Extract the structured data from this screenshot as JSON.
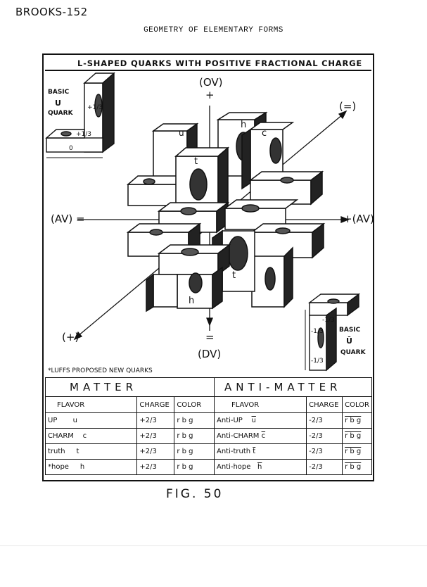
{
  "corner_label": "BROOKS-152",
  "page_title": "GEOMETRY OF ELEMENTARY FORMS",
  "figure": {
    "title": "L-SHAPED QUARKS WITH POSITIVE FRACTIONAL CHARGE",
    "axes": {
      "top": "(OV)",
      "top_sign": "+",
      "bottom": "(DV)",
      "bottom_sign": "=",
      "left": "(AV) =",
      "right": "+(AV)",
      "diag_upper": "(=)",
      "diag_lower": "(+)"
    },
    "cube_letters": [
      "u",
      "h",
      "c",
      "t",
      "t",
      "h"
    ],
    "basic_u": {
      "l1": "BASIC",
      "l2": "U",
      "l3": "QUARK",
      "c1": "+1/3",
      "c2": "+1/3",
      "c3": "0"
    },
    "basic_anti_u": {
      "l1": "BASIC",
      "l2": "Ū",
      "l3": "QUARK",
      "c1": "-1/3",
      "c2": "-1/3",
      "c3": "-1/3"
    },
    "note": "*LUFFS PROPOSED NEW QUARKS"
  },
  "table": {
    "matter_label": "MATTER",
    "antimatter_label": "ANTI-MATTER",
    "headers": {
      "flavor": "FLAVOR",
      "charge": "CHARGE",
      "color": "COLOR",
      "anti_flavor": "FLAVOR",
      "anti_charge": "CHARGE",
      "anti_color": "COLOR"
    },
    "rows": [
      {
        "flavor": "UP",
        "sym": "u",
        "charge": "+2/3",
        "color": "r b g",
        "anti_flavor": "Anti-UP",
        "anti_sym": "u",
        "anti_charge": "-2/3",
        "anti_color": "r b g"
      },
      {
        "flavor": "CHARM",
        "sym": "c",
        "charge": "+2/3",
        "color": "r b g",
        "anti_flavor": "Anti-CHARM",
        "anti_sym": "c",
        "anti_charge": "-2/3",
        "anti_color": "r b g"
      },
      {
        "flavor": "truth",
        "sym": "t",
        "charge": "+2/3",
        "color": "r b g",
        "anti_flavor": "Anti-truth",
        "anti_sym": "t",
        "anti_charge": "-2/3",
        "anti_color": "r b g"
      },
      {
        "flavor": "*hope",
        "sym": "h",
        "charge": "+2/3",
        "color": "r b g",
        "anti_flavor": "Anti-hope",
        "anti_sym": "h",
        "anti_charge": "-2/3",
        "anti_color": "r b g"
      }
    ]
  },
  "caption": "FIG. 50"
}
